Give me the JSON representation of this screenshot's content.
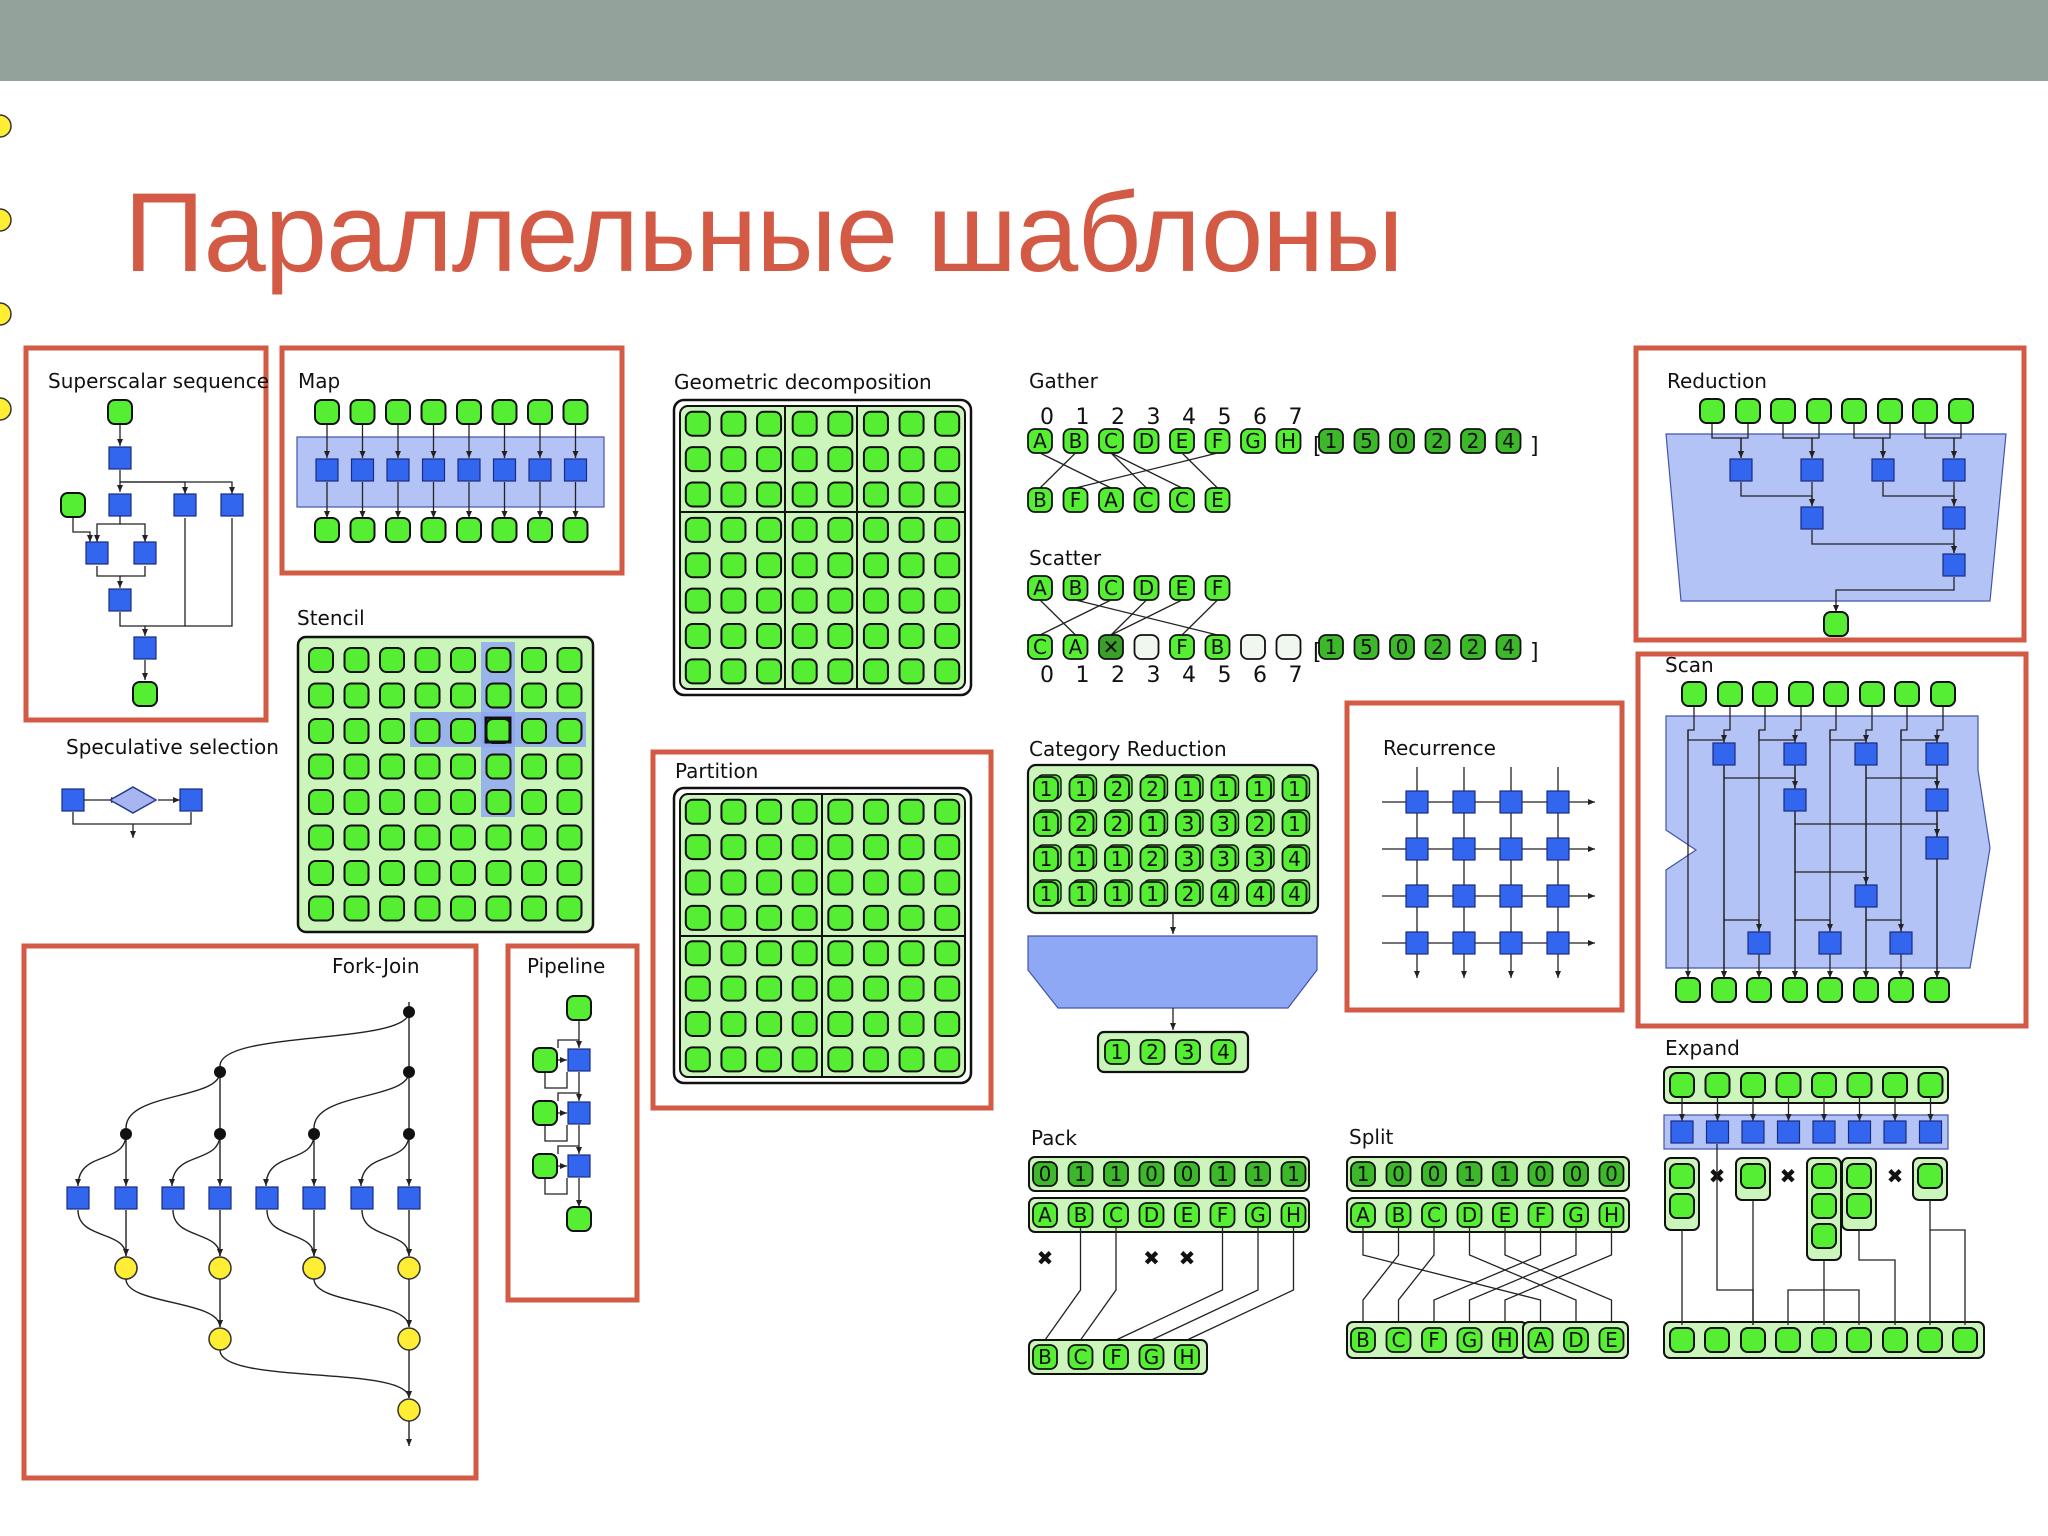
{
  "title": "Параллельные шаблоны",
  "colors": {
    "accent": "#d35a44",
    "topbar": "#93a29a",
    "node_green": "#55ee33",
    "node_blue": "#3366ee",
    "region_blue": "#b4c3f5",
    "cell_bg": "#ccf5bb",
    "join_yellow": "#ffee33"
  },
  "labels": {
    "superscalar": "Superscalar sequence",
    "map": "Map",
    "geometric": "Geometric decomposition",
    "gather": "Gather",
    "reduction": "Reduction",
    "stencil": "Stencil",
    "scatter": "Scatter",
    "scan": "Scan",
    "speculative": "Speculative selection",
    "partition": "Partition",
    "category_reduction": "Category Reduction",
    "recurrence": "Recurrence",
    "fork_join": "Fork-Join",
    "pipeline": "Pipeline",
    "expand": "Expand",
    "pack": "Pack",
    "split": "Split"
  },
  "gather": {
    "indices": [
      "0",
      "1",
      "2",
      "3",
      "4",
      "5",
      "6",
      "7"
    ],
    "input": [
      "A",
      "B",
      "C",
      "D",
      "E",
      "F",
      "G",
      "H"
    ],
    "index_list": [
      "1",
      "5",
      "0",
      "2",
      "2",
      "4"
    ],
    "output": [
      "B",
      "F",
      "A",
      "C",
      "C",
      "E"
    ]
  },
  "scatter": {
    "input": [
      "A",
      "B",
      "C",
      "D",
      "E",
      "F"
    ],
    "output": [
      "C",
      "A",
      "✕",
      "",
      "F",
      "B",
      "",
      ""
    ],
    "indices": [
      "0",
      "1",
      "2",
      "3",
      "4",
      "5",
      "6",
      "7"
    ],
    "index_list": [
      "1",
      "5",
      "0",
      "2",
      "2",
      "4"
    ]
  },
  "category_reduction": {
    "rows": [
      [
        "1",
        "1",
        "2",
        "2",
        "1",
        "1",
        "1",
        "1"
      ],
      [
        "1",
        "2",
        "2",
        "1",
        "3",
        "3",
        "2",
        "1"
      ],
      [
        "1",
        "1",
        "1",
        "2",
        "3",
        "3",
        "3",
        "4"
      ],
      [
        "1",
        "1",
        "1",
        "1",
        "2",
        "4",
        "4",
        "4"
      ]
    ],
    "output": [
      "1",
      "2",
      "3",
      "4"
    ]
  },
  "pack": {
    "flags": [
      "0",
      "1",
      "1",
      "0",
      "0",
      "1",
      "1",
      "1"
    ],
    "input": [
      "A",
      "B",
      "C",
      "D",
      "E",
      "F",
      "G",
      "H"
    ],
    "output": [
      "B",
      "C",
      "F",
      "G",
      "H"
    ]
  },
  "split": {
    "flags": [
      "1",
      "0",
      "0",
      "1",
      "1",
      "0",
      "0",
      "0"
    ],
    "input": [
      "A",
      "B",
      "C",
      "D",
      "E",
      "F",
      "G",
      "H"
    ],
    "output": [
      "B",
      "C",
      "F",
      "G",
      "H",
      "A",
      "D",
      "E"
    ]
  }
}
